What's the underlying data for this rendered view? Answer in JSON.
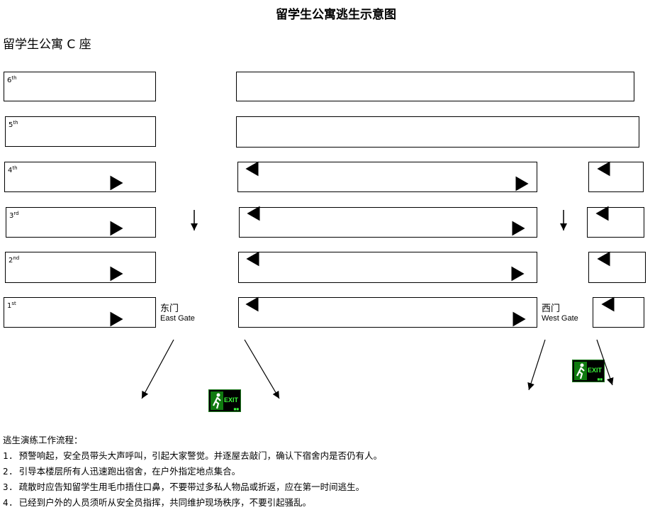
{
  "header": {
    "title": "留学生公寓逃生示意图",
    "subtitle": "留学生公寓 C 座"
  },
  "floors": {
    "f6": {
      "num": "6",
      "sup": "th"
    },
    "f5": {
      "num": "5",
      "sup": "th"
    },
    "f4": {
      "num": "4",
      "sup": "th"
    },
    "f3": {
      "num": "3",
      "sup": "rd"
    },
    "f2": {
      "num": "2",
      "sup": "nd"
    },
    "f1": {
      "num": "1",
      "sup": "st"
    }
  },
  "gates": {
    "east_cn": "东门",
    "east_en": "East Gate",
    "west_cn": "西门",
    "west_en": "West Gate"
  },
  "exit_sign": {
    "text": "EXIT",
    "color": "#3dff3d"
  },
  "procedure": {
    "heading": "逃生演练工作流程：",
    "steps": [
      "1. 预警响起，安全员带头大声呼叫，引起大家警觉。并逐屋去敲门，确认下宿舍内是否仍有人。",
      "2. 引导本楼层所有人迅速跑出宿舍，在户外指定地点集合。",
      "3. 疏散时应告知留学生用毛巾捂住口鼻，不要带过多私人物品或折返，应在第一时间逃生。",
      "4. 已经到户外的人员须听从安全员指挥，共同维护现场秩序，不要引起骚乱。"
    ]
  }
}
